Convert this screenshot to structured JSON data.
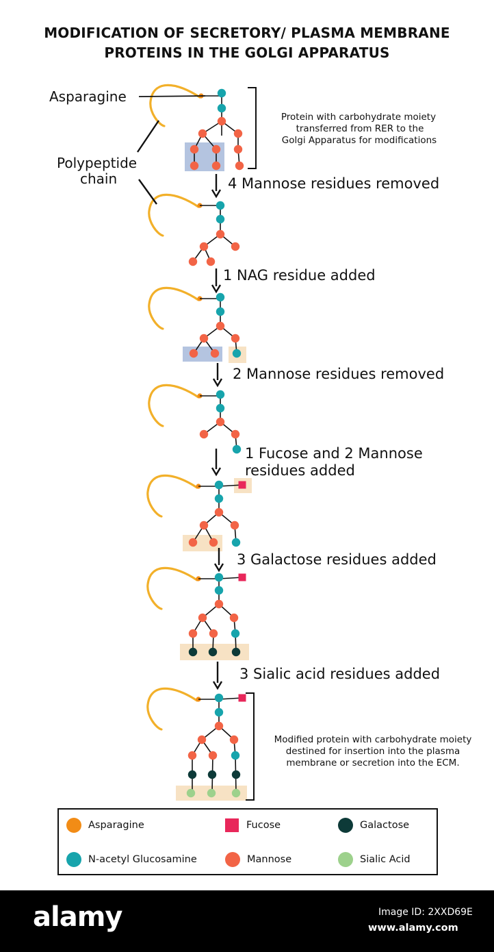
{
  "title": {
    "line1": "MODIFICATION OF SECRETORY/ PLASMA MEMBRANE",
    "line2": "PROTEINS IN THE GOLGI APPARATUS"
  },
  "labels": {
    "asparagine": "Asparagine",
    "polypeptide_line1": "Polypeptide",
    "polypeptide_line2": "chain"
  },
  "notes": {
    "top": [
      "Protein with carbohydrate moiety",
      "transferred from RER to the",
      "Golgi Apparatus for modifications"
    ],
    "bottom": [
      "Modified protein with carbohydrate moiety",
      "destined for insertion into the plasma",
      "membrane or secretion into the ECM."
    ]
  },
  "steps": [
    {
      "lines": [
        "4 Mannose residues removed"
      ]
    },
    {
      "lines": [
        "1 NAG residue added"
      ]
    },
    {
      "lines": [
        "2 Mannose residues removed"
      ]
    },
    {
      "lines": [
        "1 Fucose and 2 Mannose",
        "residues added"
      ]
    },
    {
      "lines": [
        "3 Galactose residues added"
      ]
    },
    {
      "lines": [
        "3 Sialic acid residues added"
      ]
    }
  ],
  "legend": [
    {
      "label": "Asparagine",
      "color": "#f28c16",
      "shape": "circle"
    },
    {
      "label": "Fucose",
      "color": "#e8275a",
      "shape": "square"
    },
    {
      "label": "Galactose",
      "color": "#0d3a38",
      "shape": "circle"
    },
    {
      "label": "N-acetyl Glucosamine",
      "color": "#17a4ac",
      "shape": "circle"
    },
    {
      "label": "Mannose",
      "color": "#f26446",
      "shape": "circle"
    },
    {
      "label": "Sialic Acid",
      "color": "#9dd18c",
      "shape": "circle"
    }
  ],
  "colors": {
    "chain": "#f2b02a",
    "asparagine": "#f28c16",
    "nag": "#17a4ac",
    "mannose": "#f26446",
    "fucose": "#e8275a",
    "galactose": "#0d3a38",
    "sialic": "#9dd18c",
    "removed_highlight": "#b4c4e0",
    "added_highlight": "#f7e2c4"
  },
  "footer": {
    "brand": "alamy",
    "image_id": "Image ID: 2XXD69E",
    "site": "www.alamy.com"
  }
}
